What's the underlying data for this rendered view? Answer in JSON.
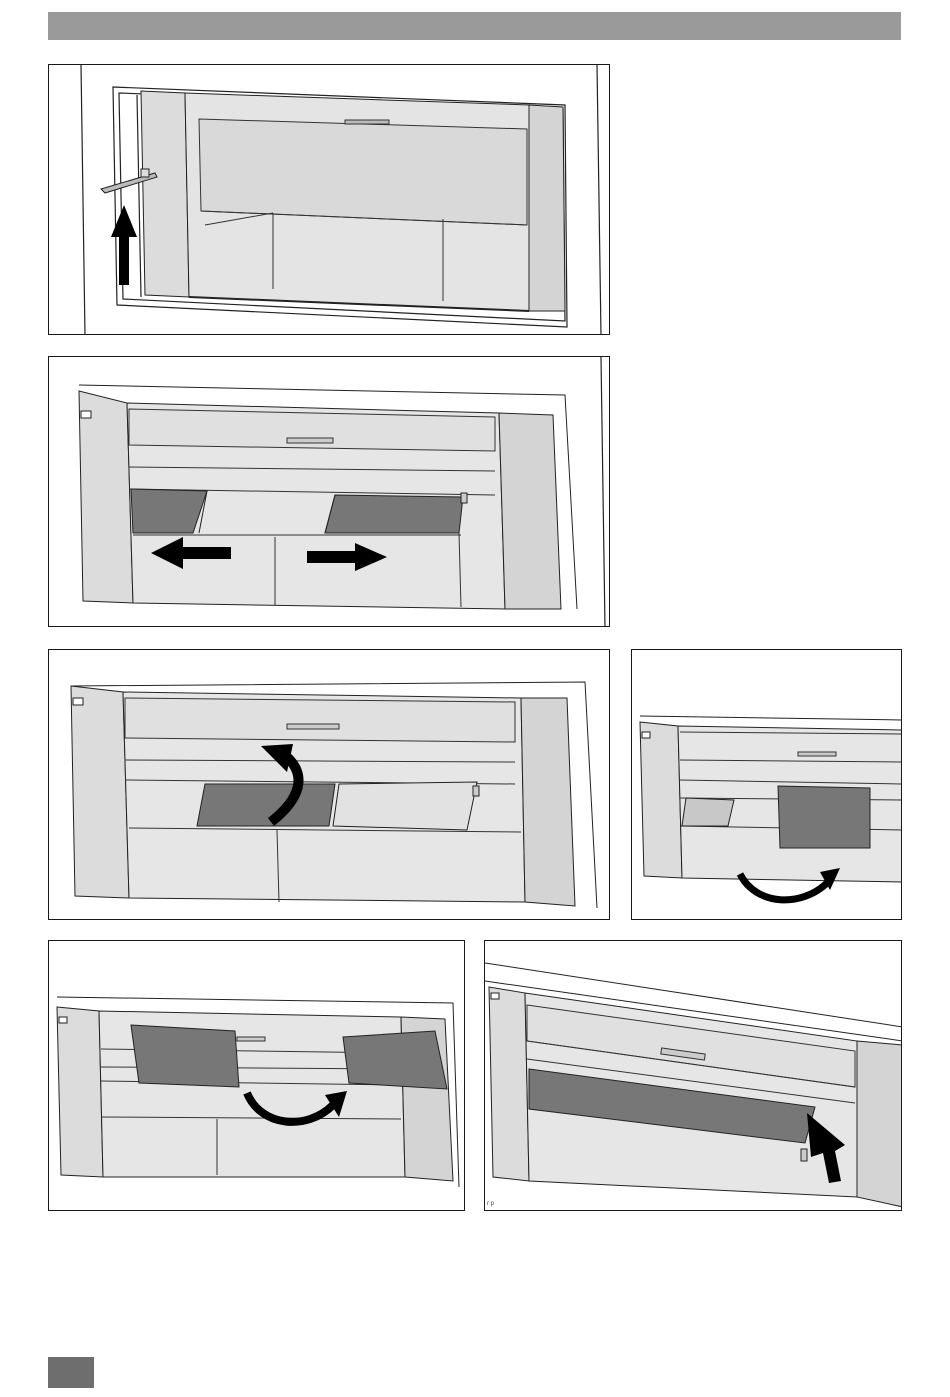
{
  "page": {
    "header_bar_color": "#9a9a9a",
    "page_tab_color": "#6e6e6e"
  },
  "figures": [
    {
      "id": "fig-1",
      "description_icon": "lift-latch-up-arrow-icon"
    },
    {
      "id": "fig-2",
      "description_icon": "slide-apart-arrows-icon"
    },
    {
      "id": "fig-3",
      "description_icon": "tilt-rotate-arrow-icon"
    },
    {
      "id": "fig-4",
      "description_icon": "remove-panel-arrow-icon"
    },
    {
      "id": "fig-5",
      "description_icon": "move-panel-arrow-icon"
    },
    {
      "id": "fig-6",
      "description_icon": "insert-panel-arrow-icon"
    }
  ],
  "fig6_marker": "r  p"
}
